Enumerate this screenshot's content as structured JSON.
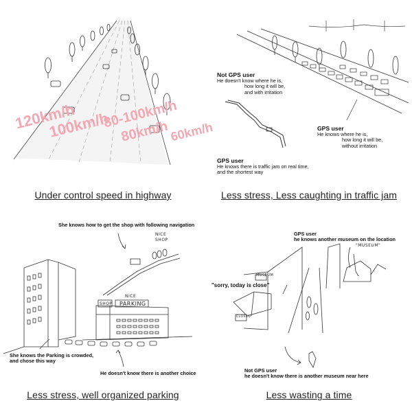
{
  "panels": {
    "highway": {
      "caption": "Under control speed in highway",
      "speed_labels": [
        "120km/h",
        "100km/h",
        "80-100km/h",
        "80km/h",
        "60km/h"
      ],
      "speed_color": "#f2a7b3"
    },
    "traffic": {
      "caption": "Less stress, Less caughting in traffic jam",
      "not_gps_title": "Not GPS user",
      "not_gps_lines": [
        "He doesn't know where he is,",
        "how long it will be,",
        "and with irritation"
      ],
      "gps_title": "GPS user",
      "gps_lines": [
        "He knows where he is,",
        "how long it will be,",
        "without irritation"
      ],
      "gps_realtime_title": "GPS user",
      "gps_realtime_lines": [
        "He knows there is traffic jam on real time,",
        "and the shortest way"
      ]
    },
    "parking": {
      "caption": "Less stress, well organized parking",
      "top_note": "She knows how to get the shop with following navigation",
      "sign_nice_shop": "NICE SHOP",
      "sign_nice": "NICE",
      "sign_shop": "SHOP",
      "sign_parking": "PARKING",
      "left_note_lines": [
        "She knows the Parking is crowded,",
        "and chose this way"
      ],
      "bottom_note": "He doesn't know there is another choice"
    },
    "museum": {
      "caption": "Less wasting a time",
      "gps_title": "GPS user",
      "gps_line": "he knows another museum on the location",
      "museum_label_top": "\"MUSEUM\"",
      "museum_sign": "MUSEUM",
      "speech": "\"sorry, today is close\"",
      "closed_sign": "CLOSED",
      "not_gps_title": "Not GPS user",
      "not_gps_line": "he doesn't know there is another museum near here"
    }
  }
}
